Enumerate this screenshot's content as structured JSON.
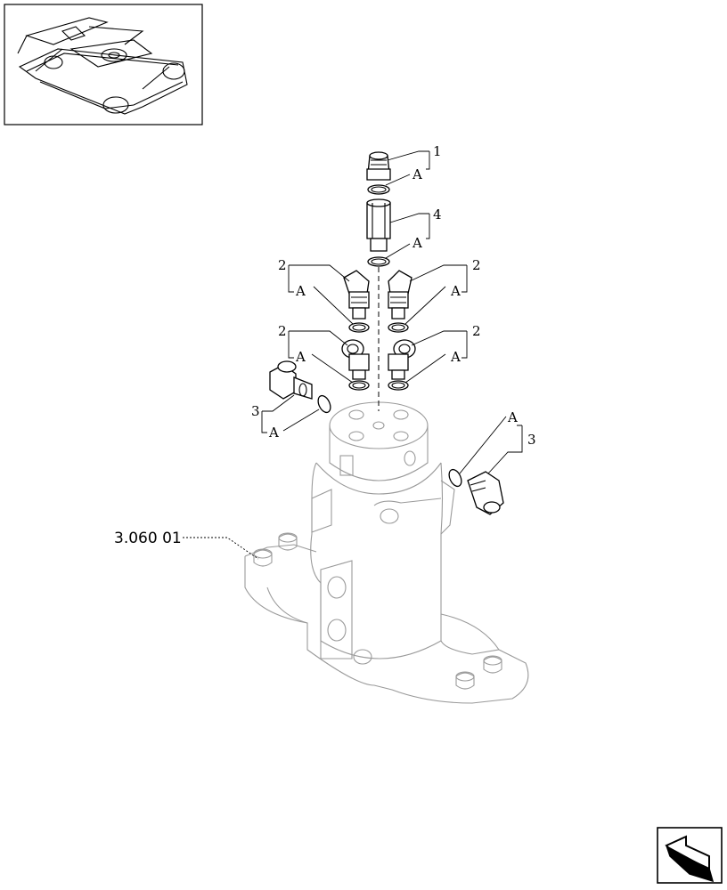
{
  "diagram": {
    "labels": {
      "l1": "1",
      "l4": "4",
      "l2a": "2",
      "l2b": "2",
      "l2c": "2",
      "l2d": "2",
      "l3a": "3",
      "l3b": "3",
      "a1": "A",
      "a2": "A",
      "a3": "A",
      "a4": "A",
      "a5": "A",
      "a6": "A",
      "a7": "A",
      "a8": "A"
    },
    "reference": "3.060 01"
  }
}
